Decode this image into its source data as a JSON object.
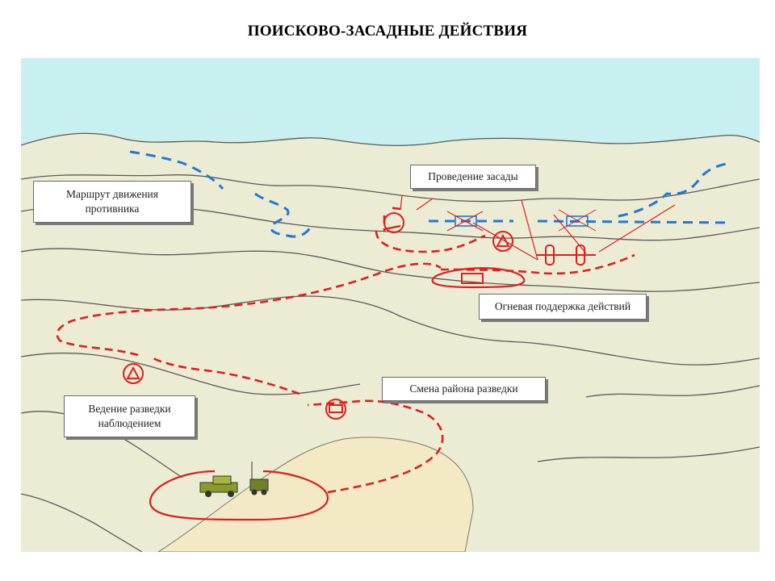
{
  "title": "ПОИСКОВО-ЗАСАДНЫЕ ДЕЙСТВИЯ",
  "labels": {
    "enemy_route": "Маршрут движения\nпротивника",
    "ambush": "Проведение засады",
    "fire_support": "Огневая поддержка действий",
    "area_change": "Смена района разведки",
    "observation": "Ведение разведки\nнаблюдением"
  },
  "colors": {
    "sky": "#c8f0f0",
    "terrain": "#ecebd3",
    "road": "#f3e9c5",
    "ridge_line": "#5a5a5a",
    "friendly": "#e01e1e",
    "enemy": "#1e78dc",
    "vehicle": "#8c9a2a"
  }
}
